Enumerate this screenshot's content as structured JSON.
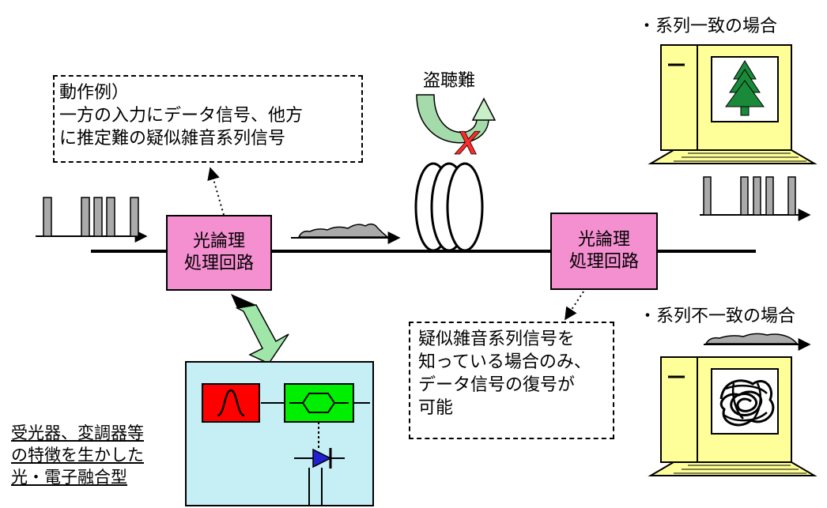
{
  "top_right_label": "・系列一致の場合",
  "bottom_right_label": "・系列不一致の場合",
  "eavesdrop_label": "盗聴難",
  "operation_example": {
    "lines": [
      "動作例）",
      "一方の入力にデータ信号、他方",
      "に推定難の疑似雑音系列信号"
    ]
  },
  "left_processor": {
    "lines": [
      "光論理",
      "処理回路"
    ]
  },
  "right_processor": {
    "lines": [
      "光論理",
      "処理回路"
    ]
  },
  "decode_note": {
    "lines": [
      "疑似雑音系列信号を",
      "知っている場合のみ、",
      "データ信号の復号が",
      "可能"
    ]
  },
  "bottom_caption": {
    "lines": [
      "受光器、変調器等",
      "の特徴を生かした",
      "光・電子融合型"
    ]
  },
  "mark_symbol": "X",
  "colors": {
    "processor_fill": "#f48fd0",
    "device_panel_fill": "#c5eef5",
    "filter_fill": "#ff0000",
    "modulator_fill": "#00ee00",
    "photodiode_fill": "#2020d0",
    "arrow_fill": "#9fe6a8",
    "pulse_fill": "#aaaaaa",
    "computer_fill": "#ffff99",
    "tree_fill": "#1a8a3a",
    "mark_color": "#ff2a2a"
  },
  "icons": [
    "fiber-coil-icon",
    "computer-icon",
    "tree-icon",
    "scribble-icon",
    "photodiode-icon",
    "bandpass-filter-icon",
    "modulator-icon",
    "fat-arrow-icon"
  ]
}
